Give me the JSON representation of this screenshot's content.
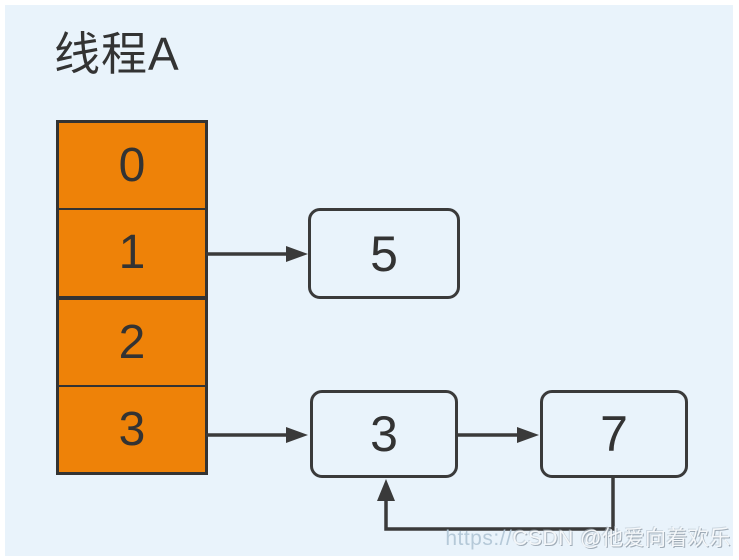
{
  "title": "线程A",
  "array": {
    "name": "thread-a-slot-array",
    "fill_color": "#ee8208",
    "border_color": "#333333",
    "cells": [
      {
        "label": "0"
      },
      {
        "label": "1"
      },
      {
        "label": "2"
      },
      {
        "label": "3"
      }
    ]
  },
  "nodes": [
    {
      "id": "node-5",
      "label": "5"
    },
    {
      "id": "node-3",
      "label": "3"
    },
    {
      "id": "node-7",
      "label": "7"
    }
  ],
  "edges": [
    {
      "from": "cell-1",
      "to": "node-5"
    },
    {
      "from": "cell-3",
      "to": "node-3"
    },
    {
      "from": "node-3",
      "to": "node-7"
    },
    {
      "from": "node-7",
      "to": "node-3"
    }
  ],
  "watermark": {
    "prefix": "https://",
    "text": "CSDN @他爱向着欢乐"
  },
  "colors": {
    "background": "#e9f3fb",
    "frame": "#ffffff",
    "cell_fill": "#ee8208",
    "stroke": "#3a3a3a",
    "text": "#333333"
  }
}
